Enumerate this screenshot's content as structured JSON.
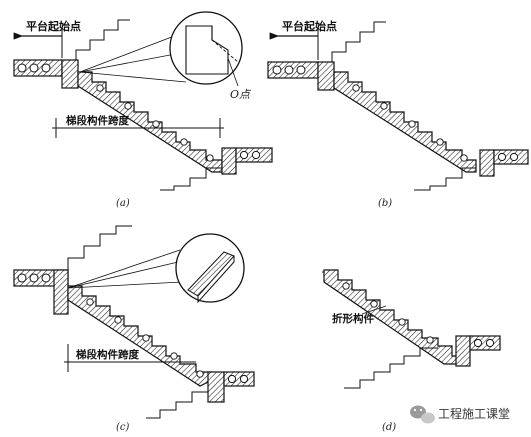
{
  "figure": {
    "labels": {
      "platform_start_a": "平台起始点",
      "platform_start_b": "平台起始点",
      "o_point": "O点",
      "span_a": "梯段构件跨度",
      "span_c": "梯段构件跨度",
      "folded_member": "折形构件"
    },
    "captions": {
      "a": "(a)",
      "b": "(b)",
      "c": "(c)",
      "d": "(d)"
    },
    "watermark": {
      "text": "工程施工课堂"
    }
  }
}
